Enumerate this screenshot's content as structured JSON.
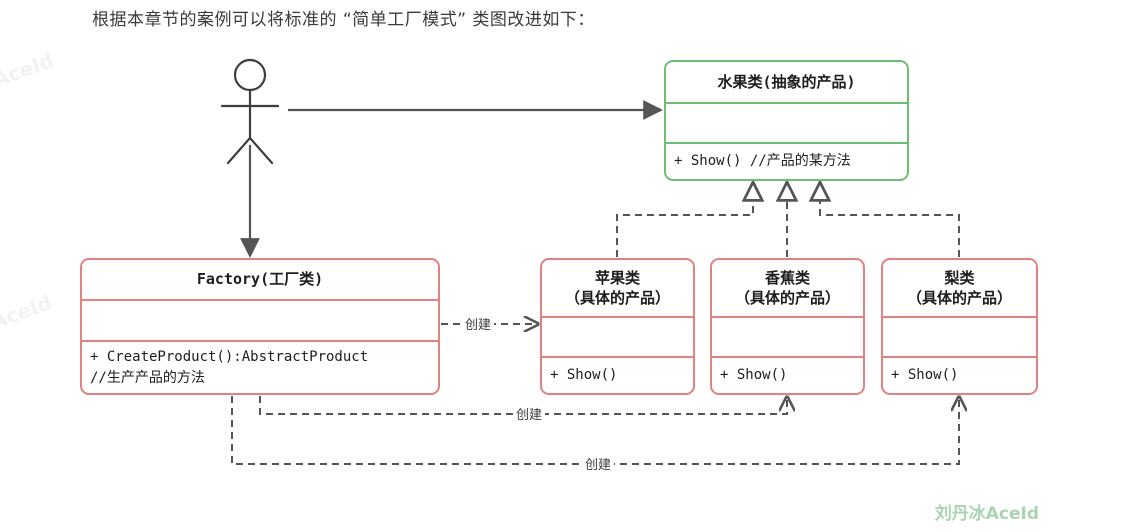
{
  "caption": "根据本章节的案例可以将标准的 “简单工厂模式” 类图改进如下：",
  "colors": {
    "abstract_border": "#6cbf72",
    "concrete_border": "#e2827f",
    "line": "#555555",
    "text": "#1d1d1d",
    "watermark": "#a8d5b0"
  },
  "actor": {
    "name": "actor-stick-figure"
  },
  "classes": {
    "abstract_product": {
      "title": "水果类(抽象的产品)",
      "title_line2": "",
      "attributes": "",
      "methods": [
        "+ Show() //产品的某方法"
      ]
    },
    "factory": {
      "title": "Factory(工厂类)",
      "title_line2": "",
      "attributes": "",
      "methods": [
        "+ CreateProduct():AbstractProduct",
        "//生产产品的方法"
      ]
    },
    "apple": {
      "title": "苹果类",
      "title_line2": "（具体的产品）",
      "attributes": "",
      "methods": [
        "+ Show()"
      ]
    },
    "banana": {
      "title": "香蕉类",
      "title_line2": "（具体的产品）",
      "attributes": "",
      "methods": [
        "+ Show()"
      ]
    },
    "pear": {
      "title": "梨类",
      "title_line2": "（具体的产品）",
      "attributes": "",
      "methods": [
        "+ Show()"
      ]
    }
  },
  "edges": {
    "create_apple": "创建",
    "create_banana": "创建",
    "create_pear": "创建"
  },
  "watermarks": {
    "brand": "刘丹冰AceId",
    "side_top": "AceId",
    "side_mid": "AceId"
  }
}
